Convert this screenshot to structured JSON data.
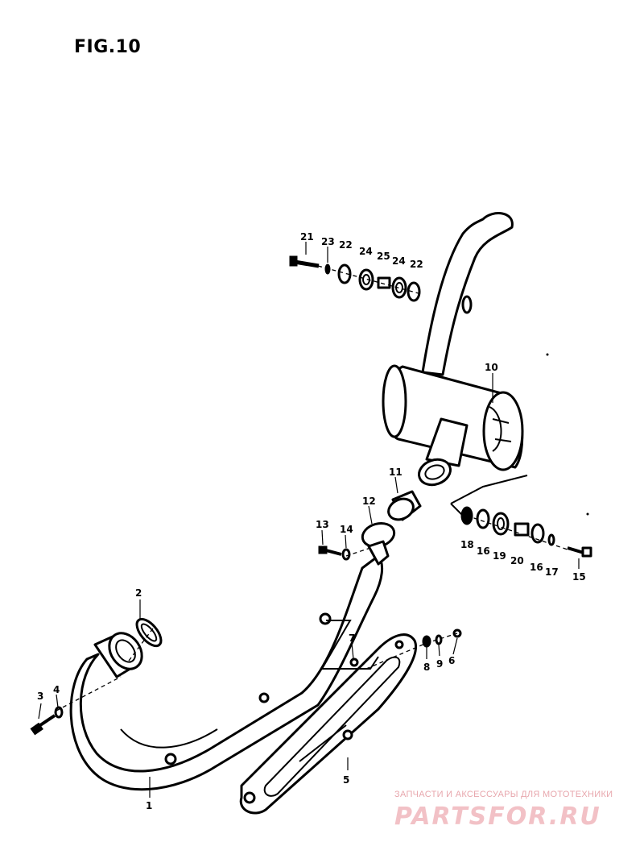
{
  "figure": {
    "title": "FIG.10"
  },
  "callouts": [
    {
      "id": "c1",
      "text": "1"
    },
    {
      "id": "c2",
      "text": "2"
    },
    {
      "id": "c3",
      "text": "3"
    },
    {
      "id": "c4",
      "text": "4"
    },
    {
      "id": "c5",
      "text": "5"
    },
    {
      "id": "c6",
      "text": "6"
    },
    {
      "id": "c7",
      "text": "7"
    },
    {
      "id": "c8",
      "text": "8"
    },
    {
      "id": "c9",
      "text": "9"
    },
    {
      "id": "c10",
      "text": "10"
    },
    {
      "id": "c11",
      "text": "11"
    },
    {
      "id": "c12",
      "text": "12"
    },
    {
      "id": "c13",
      "text": "13"
    },
    {
      "id": "c14",
      "text": "14"
    },
    {
      "id": "c15",
      "text": "15"
    },
    {
      "id": "c16a",
      "text": "16"
    },
    {
      "id": "c16b",
      "text": "16"
    },
    {
      "id": "c17",
      "text": "17"
    },
    {
      "id": "c18",
      "text": "18"
    },
    {
      "id": "c19",
      "text": "19"
    },
    {
      "id": "c20",
      "text": "20"
    },
    {
      "id": "c21",
      "text": "21"
    },
    {
      "id": "c22a",
      "text": "22"
    },
    {
      "id": "c22b",
      "text": "22"
    },
    {
      "id": "c23",
      "text": "23"
    },
    {
      "id": "c24a",
      "text": "24"
    },
    {
      "id": "c24b",
      "text": "24"
    },
    {
      "id": "c25",
      "text": "25"
    }
  ],
  "watermark": {
    "tagline": "ЗАПЧАСТИ И АКСЕССУАРЫ ДЛЯ МОТОТЕХНИКИ",
    "brand": "PARTSFOR.RU"
  }
}
